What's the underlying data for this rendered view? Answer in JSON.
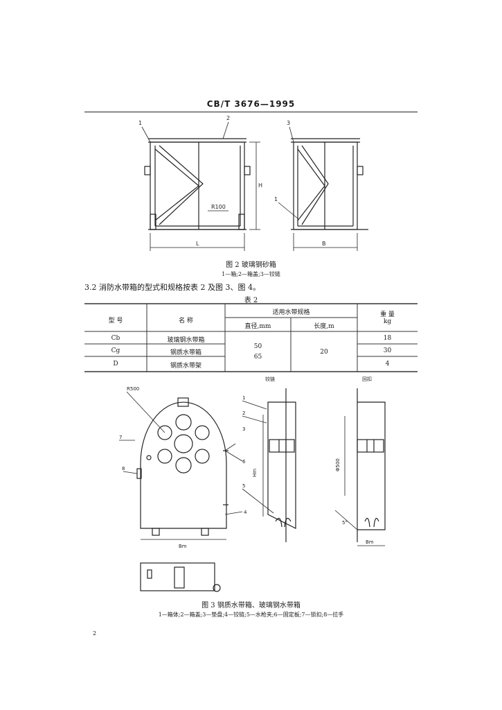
{
  "header": {
    "standard_code": "CB/T 3676—1995"
  },
  "figure2": {
    "labels": {
      "c1": "1",
      "c2": "2",
      "c3": "3",
      "c4": "1",
      "dim_h": "H",
      "dim_l": "L",
      "dim_w": "B",
      "note": "R100"
    },
    "caption": "图 2   玻璃钢砂箱",
    "legend": "1—箱;2—箱盖;3—铰链"
  },
  "paragraph": "3.2   消防水带箱的型式和规格按表 2 及图 3、图 4。",
  "table2": {
    "title": "表 2",
    "headers": {
      "model": "型   号",
      "name": "名   称",
      "hose_group": "适用水带规格",
      "diameter": "直径,mm",
      "length": "长度,m",
      "weight": "重   量",
      "weight_unit": "kg"
    },
    "rows": [
      {
        "model": "Cb",
        "name": "玻璃钢水带箱",
        "weight": "18"
      },
      {
        "model": "Cg",
        "name": "钢质水带箱",
        "weight": "30"
      },
      {
        "model": "D",
        "name": "钢质水带架",
        "weight": "4"
      }
    ],
    "diameter_values": [
      "50",
      "65"
    ],
    "length_value": "20"
  },
  "figure3": {
    "labels": {
      "radius": "R500",
      "top_note1": "铰链",
      "top_note2": "回扣",
      "n1": "1",
      "n2": "2",
      "n3": "3",
      "n4": "4",
      "n5": "5",
      "n6": "6",
      "n7": "7",
      "n8": "8",
      "dim_h1": "Φ500",
      "dim_h2": "Hm",
      "dim_b": "Bm",
      "dim_angle": "5°",
      "dim_side": "Bm"
    },
    "caption": "图 3   钢质水带箱、玻璃钢水带箱",
    "legend": "1—箱体;2—箱盖;3—垫盘;4—铰链;5—水枪夹;6—固定板;7—锁扣;8—拉手"
  },
  "page_number": "2"
}
